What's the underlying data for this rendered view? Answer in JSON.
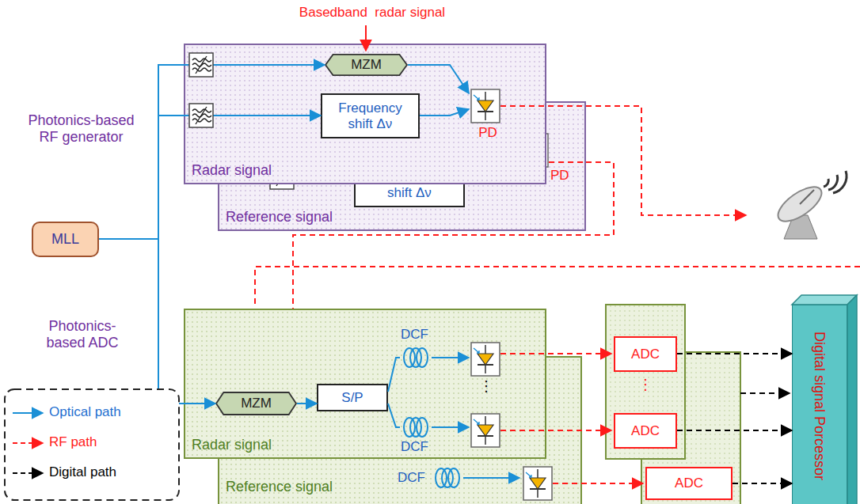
{
  "diagram": {
    "nodes": [
      {
        "text": [
          "Reference signal"
        ]
      },
      {
        "text": [
          "Radar signal"
        ]
      },
      {
        "text": [
          "MZM"
        ],
        "in": 1
      },
      {
        "text": [
          "Frequency shift Δν"
        ],
        "in": 1
      },
      {
        "text": [
          "shift Δν"
        ],
        "in": 0
      },
      {
        "text": [
          "MLL"
        ]
      },
      {
        "text": [
          "Reference signal"
        ]
      },
      {
        "text": [
          "Radar signal"
        ]
      },
      {
        "text": [
          "MZM"
        ],
        "in": 7
      },
      {
        "text": [
          "S/P"
        ],
        "in": 7
      },
      {
        "text": [
          "ADC"
        ]
      },
      {
        "text": [
          "ADC"
        ]
      },
      {
        "text": [
          "ADC"
        ]
      },
      {
        "text": [
          "Digital signal Porcessor"
        ]
      }
    ],
    "edges": [
      {
        "from": 5,
        "to": 2,
        "arrow": "to"
      },
      {
        "from": 5,
        "to": 3,
        "arrow": "to"
      },
      {
        "from": 5,
        "to": 8,
        "arrow": "to"
      },
      {
        "from": 8,
        "to": 9,
        "arrow": "to"
      },
      {
        "from": 0,
        "to": 7,
        "arrow": "none"
      },
      {
        "from": 10,
        "to": 13,
        "arrow": "to"
      },
      {
        "from": 11,
        "to": 13,
        "arrow": "to"
      },
      {
        "from": 12,
        "to": 13,
        "arrow": "to"
      }
    ],
    "labels": [
      "Basedband  radar signal",
      "Photonics-based RF generator",
      "PD",
      "PD",
      "Photonics-based ADC",
      "DCF",
      "⋮",
      "DCF",
      "DCF",
      "⋮"
    ],
    "legend": [
      {
        "text": "Optical path"
      },
      {
        "text": "RF path"
      },
      {
        "text": "Digital path"
      }
    ]
  }
}
